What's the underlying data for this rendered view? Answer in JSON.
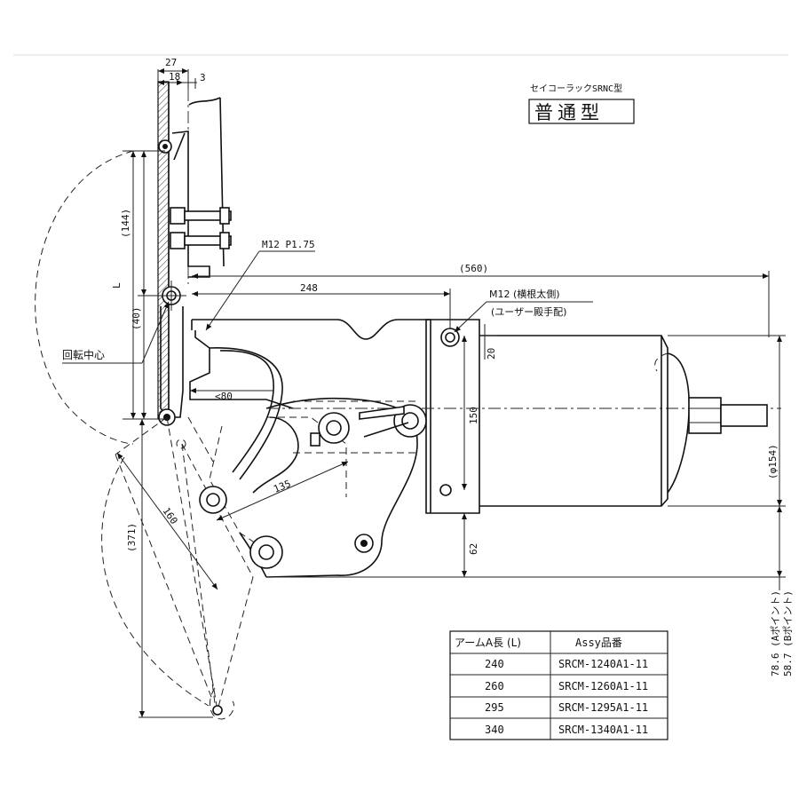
{
  "series": "セイコーラックSRNC型",
  "type_box": "普通型",
  "dimensions": {
    "top_27": "27",
    "top_18": "18",
    "top_3": "3",
    "d144": "(144)",
    "d40": "(40)",
    "dL": "L",
    "d248": "248",
    "d560": "(560)",
    "d80": "<80",
    "d135": "135",
    "d160": "160",
    "d371": "(371)",
    "d150": "150",
    "d20": "20",
    "d62": "62",
    "d154": "(φ154)",
    "d786": "78.6 (Aポイント)",
    "d587": "58.7 (Bポイント)"
  },
  "labels": {
    "m12_p175": "M12 P1.75",
    "m12_side": "M12 (横根太側)",
    "user_prep": "(ユーザー殿手配)",
    "pivot": "回転中心"
  },
  "table": {
    "headers": [
      "アームA長 (L)",
      "Assy品番"
    ],
    "rows": [
      [
        "240",
        "SRCM-1240A1-11"
      ],
      [
        "260",
        "SRCM-1260A1-11"
      ],
      [
        "295",
        "SRCM-1295A1-11"
      ],
      [
        "340",
        "SRCM-1340A1-11"
      ]
    ]
  }
}
